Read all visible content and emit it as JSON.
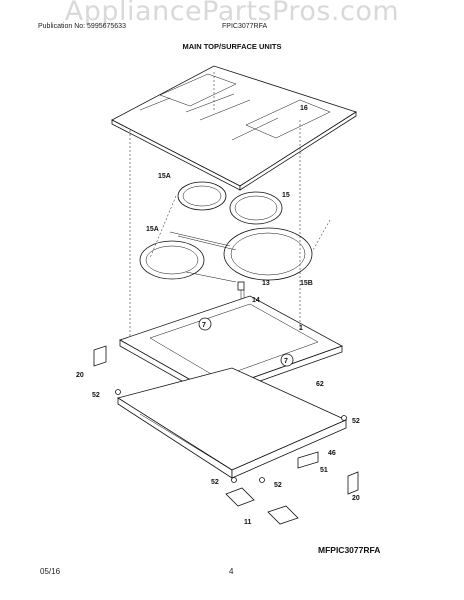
{
  "header": {
    "watermark": "AppliancePartsPros.com",
    "publication": "Publication No: 5995675633",
    "model_code": "FPIC3077RFA"
  },
  "title": "MAIN TOP/SURFACE UNITS",
  "callouts": [
    "16",
    "15A",
    "15",
    "15A",
    "15B",
    "13",
    "14",
    "1",
    "7",
    "7",
    "20",
    "52",
    "62",
    "52",
    "46",
    "51",
    "20",
    "52",
    "52",
    "11"
  ],
  "figure_model": "MFPIC3077RFA",
  "footer": {
    "date": "05/16",
    "page": "4"
  }
}
